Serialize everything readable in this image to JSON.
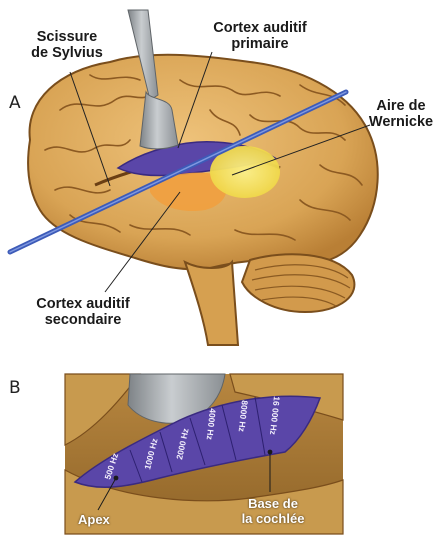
{
  "panel_a": {
    "letter": "A",
    "labels": {
      "sylvian_fissure": [
        "Scissure",
        "de Sylvius"
      ],
      "primary_auditory_cortex": [
        "Cortex auditif",
        "primaire"
      ],
      "wernicke_area": [
        "Aire de",
        "Wernicke"
      ],
      "secondary_auditory_cortex": [
        "Cortex auditif",
        "secondaire"
      ]
    }
  },
  "panel_b": {
    "letter": "B",
    "frequencies": [
      "500 Hz",
      "1000 Hz",
      "2000 Hz",
      "4000 Hz",
      "8000 Hz",
      "16 000 Hz"
    ],
    "labels": {
      "apex": "Apex",
      "base": [
        "Base de",
        "la cochlée"
      ]
    }
  },
  "colors": {
    "brain": "#dca85a",
    "brain_outline": "#7a4e1c",
    "primary_cortex": "#5a46a8",
    "secondary_cortex": "#f0a040",
    "wernicke": "#f6e46a",
    "plane_line": "#3d5bb8",
    "retractor": "#9ea3a8"
  }
}
